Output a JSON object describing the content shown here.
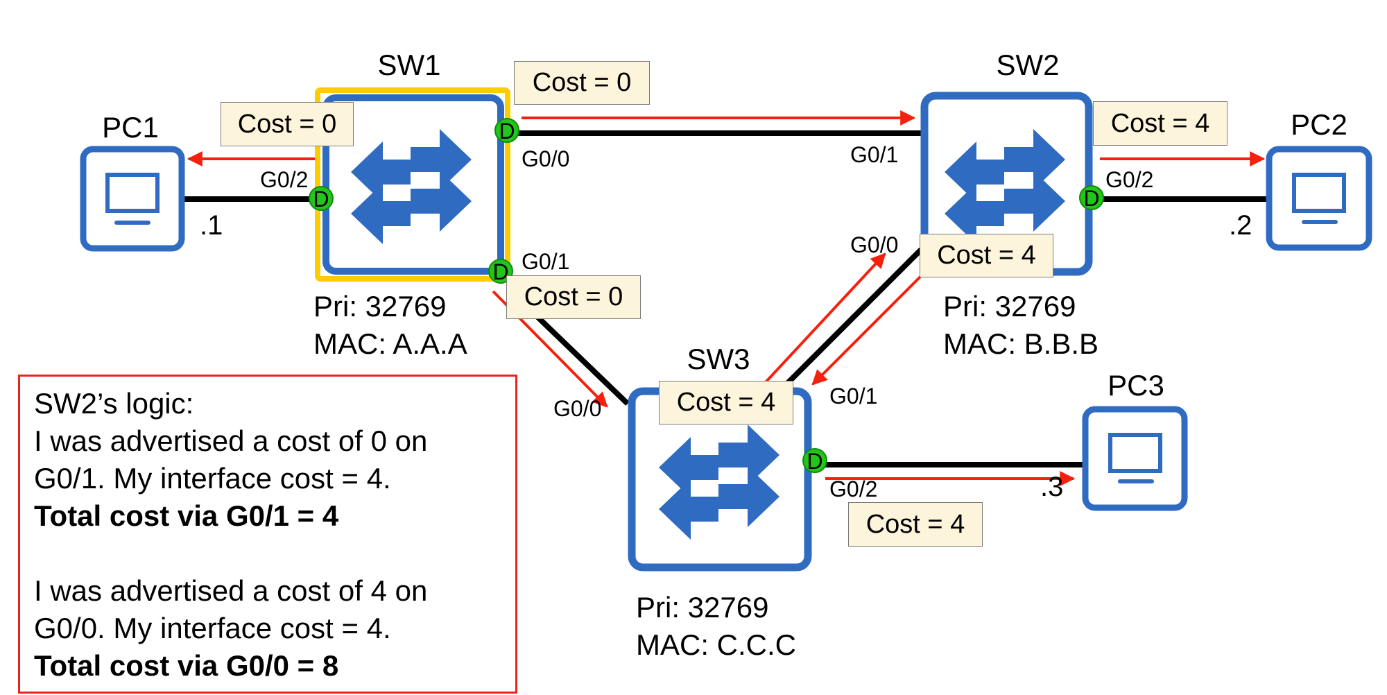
{
  "diagram": {
    "title": "STP root cost calculation",
    "devices": {
      "pc1": {
        "name": "PC1",
        "ip_suffix": ".1"
      },
      "pc2": {
        "name": "PC2",
        "ip_suffix": ".2"
      },
      "pc3": {
        "name": "PC3",
        "ip_suffix": ".3"
      },
      "sw1": {
        "name": "SW1",
        "priority": "Pri: 32769",
        "mac": "MAC: A.A.A",
        "root_bridge": true
      },
      "sw2": {
        "name": "SW2",
        "priority": "Pri: 32769",
        "mac": "MAC: B.B.B",
        "root_bridge": false
      },
      "sw3": {
        "name": "SW3",
        "priority": "Pri: 32769",
        "mac": "MAC: C.C.C",
        "root_bridge": false
      }
    },
    "interfaces": {
      "sw1_g02": {
        "label": "G0/2",
        "role": "D"
      },
      "sw1_g00": {
        "label": "G0/0",
        "role": "D"
      },
      "sw1_g01": {
        "label": "G0/1",
        "role": "D"
      },
      "sw2_g01": {
        "label": "G0/1",
        "role": ""
      },
      "sw2_g00": {
        "label": "G0/0",
        "role": ""
      },
      "sw2_g02": {
        "label": "G0/2",
        "role": "D"
      },
      "sw3_g00": {
        "label": "G0/0",
        "role": ""
      },
      "sw3_g01": {
        "label": "G0/1",
        "role": ""
      },
      "sw3_g02": {
        "label": "G0/2",
        "role": "D"
      }
    },
    "costs": {
      "sw1_to_pc1": "Cost = 0",
      "sw1_to_sw2": "Cost = 0",
      "sw1_to_sw3": "Cost = 0",
      "sw2_to_pc2": "Cost = 4",
      "sw2_to_sw3": "Cost = 4",
      "sw3_to_sw2": "Cost = 4",
      "sw3_to_pc3": "Cost = 4"
    },
    "colors": {
      "device_blue": "#2f6bc0",
      "root_yellow": "#ffcc00",
      "designated_green": "#22c51a",
      "bpdu_red": "#f5200e",
      "cost_box_fill": "#fdf4dc"
    }
  },
  "logic_box": {
    "heading": "SW2’s logic:",
    "para1_line1": "I was advertised a cost of 0 on",
    "para1_line2": "G0/1.  My interface cost = 4.",
    "para1_total": "Total cost via G0/1 = 4",
    "para2_line1": "I was advertised a cost of 4 on",
    "para2_line2": "G0/0.  My interface cost = 4.",
    "para2_total": "Total cost via G0/0 = 8"
  }
}
